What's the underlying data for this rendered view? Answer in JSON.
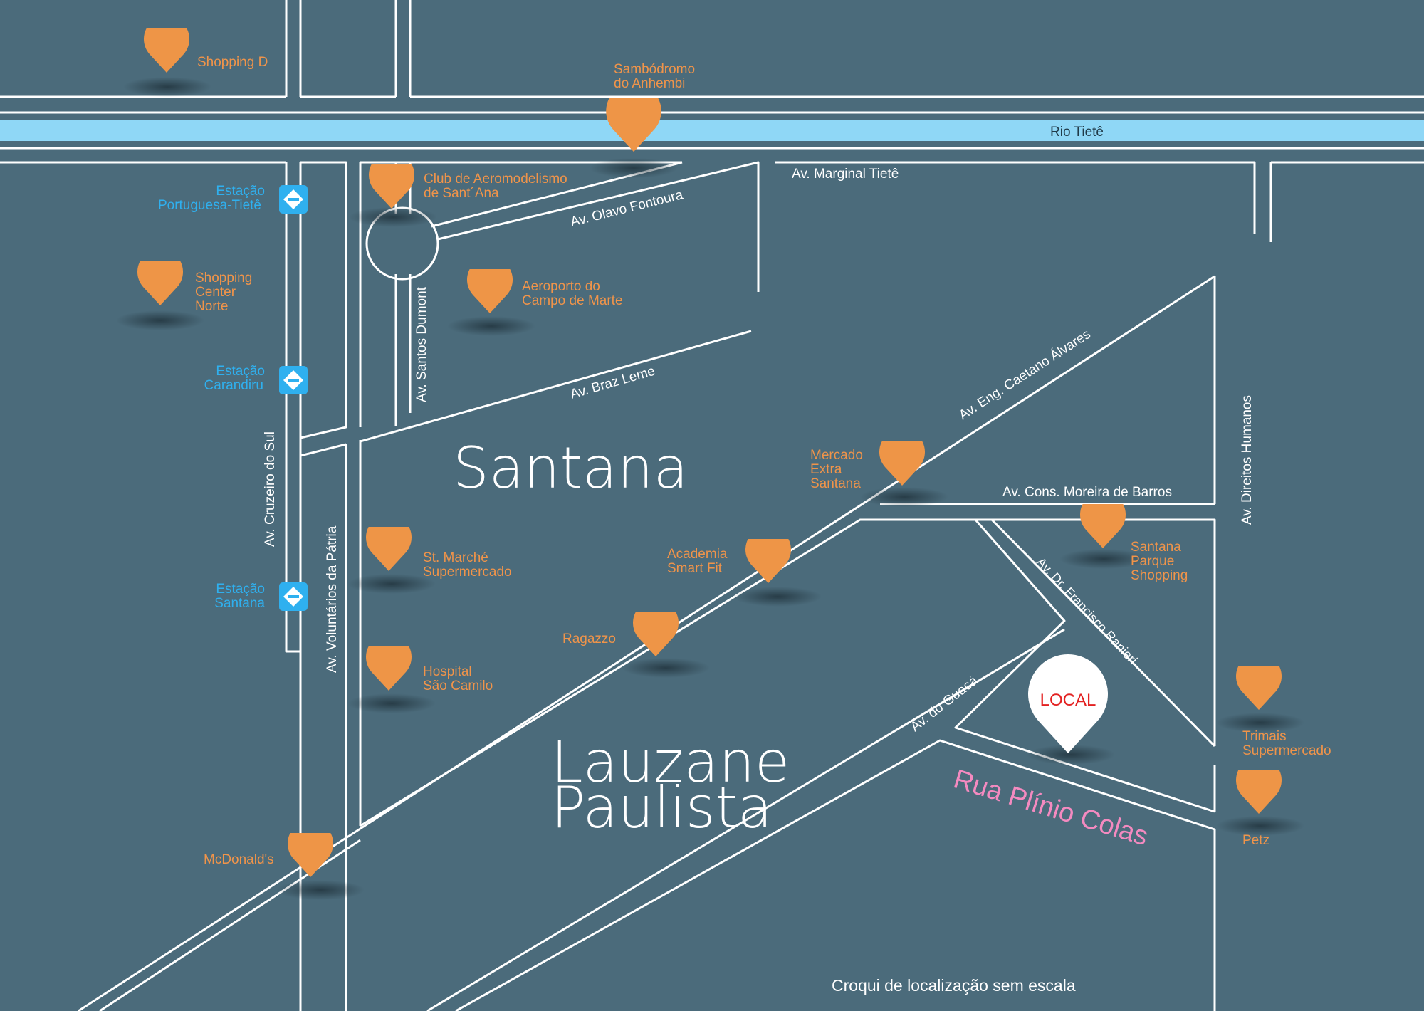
{
  "river": {
    "name": "Rio Tietê"
  },
  "districts": [
    "Santana",
    "Lauzane",
    "Paulista"
  ],
  "roads": [
    "Av. Marginal Tietê",
    "Av. Olavo Fontoura",
    "Av. Braz Leme",
    "Av. Santos Dumont",
    "Av. Eng. Caetano Álvares",
    "Av. Cons. Moreira de Barros",
    "Av. Direitos Humanos",
    "Av. Cruzeiro do Sul",
    "Av. Voluntários da Pátria",
    "Av. Dr. Francisco Ranieri",
    "Av. do Guacá"
  ],
  "featured_street": "Rua Plínio Colas",
  "local_marker": {
    "label": "LOCAL"
  },
  "stations": [
    {
      "lines": [
        "Estação",
        "Portuguesa-Tietê"
      ]
    },
    {
      "lines": [
        "Estação",
        "Carandiru"
      ]
    },
    {
      "lines": [
        "Estação",
        "Santana"
      ]
    }
  ],
  "pois": [
    {
      "lines": [
        "Shopping D"
      ]
    },
    {
      "lines": [
        "Sambódromo",
        "do Anhembi"
      ]
    },
    {
      "lines": [
        "Club de Aeromodelismo",
        "de Sant´Ana"
      ]
    },
    {
      "lines": [
        "Shopping",
        "Center",
        "Norte"
      ]
    },
    {
      "lines": [
        "Aeroporto  do",
        "Campo de Marte"
      ]
    },
    {
      "lines": [
        "Mercado",
        "Extra",
        "Santana"
      ]
    },
    {
      "lines": [
        "Santana",
        "Parque",
        "Shopping"
      ]
    },
    {
      "lines": [
        "St. Marché",
        "Supermercado"
      ]
    },
    {
      "lines": [
        "Academia",
        "Smart Fit"
      ]
    },
    {
      "lines": [
        "Ragazzo"
      ]
    },
    {
      "lines": [
        "Hospital",
        "São Camilo"
      ]
    },
    {
      "lines": [
        "Trimais",
        "Supermercado"
      ]
    },
    {
      "lines": [
        "Petz"
      ]
    },
    {
      "lines": [
        "McDonald's"
      ]
    }
  ],
  "footnote": "Croqui de localização sem escala",
  "colors": {
    "background": "#4b6b7b",
    "road_outline": "#ffffff",
    "river": "#8fd7f6",
    "pin": "#ee9547",
    "poi_text": "#f0944a",
    "station_text": "#2fb0ef",
    "local_text": "#e32222",
    "featured_street_text": "#f48ac0"
  }
}
